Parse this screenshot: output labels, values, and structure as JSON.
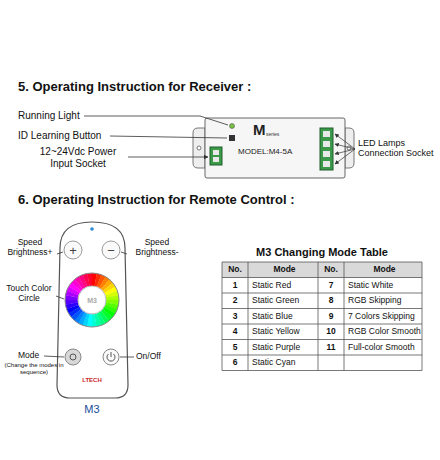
{
  "diagram": {
    "nodes": [
      {
        "text": [
          "M",
          "series",
          "MODEL:M4-5A"
        ]
      },
      {
        "text": [
          "+",
          "−",
          "M3",
          "LTECH"
        ]
      }
    ],
    "labels": [
      "5. Operating Instruction for Receiver :",
      "Running Light",
      "ID Learning Button",
      "12~24Vdc Power Input Socket",
      "LED Lamps Connection Socket",
      "6. Operating Instruction for Remote Control :",
      "Speed Brightness+",
      "Speed Brightness-",
      "Touch Color Circle",
      "Mode",
      "(Change the modes in sequence)",
      "On/Off",
      "M3",
      "M3 Changing Mode Table",
      "No.",
      "Mode",
      "No.",
      "Mode",
      "1",
      "Static Red",
      "7",
      "Static White",
      "2",
      "Static Green",
      "8",
      "RGB Skipping",
      "3",
      "Static Blue",
      "9",
      "7 Colors Skipping",
      "4",
      "Static Yellow",
      "10",
      "RGB Color Smooth",
      "5",
      "Static Purple",
      "11",
      "Full-color Smooth",
      "6",
      "Static Cyan"
    ]
  }
}
